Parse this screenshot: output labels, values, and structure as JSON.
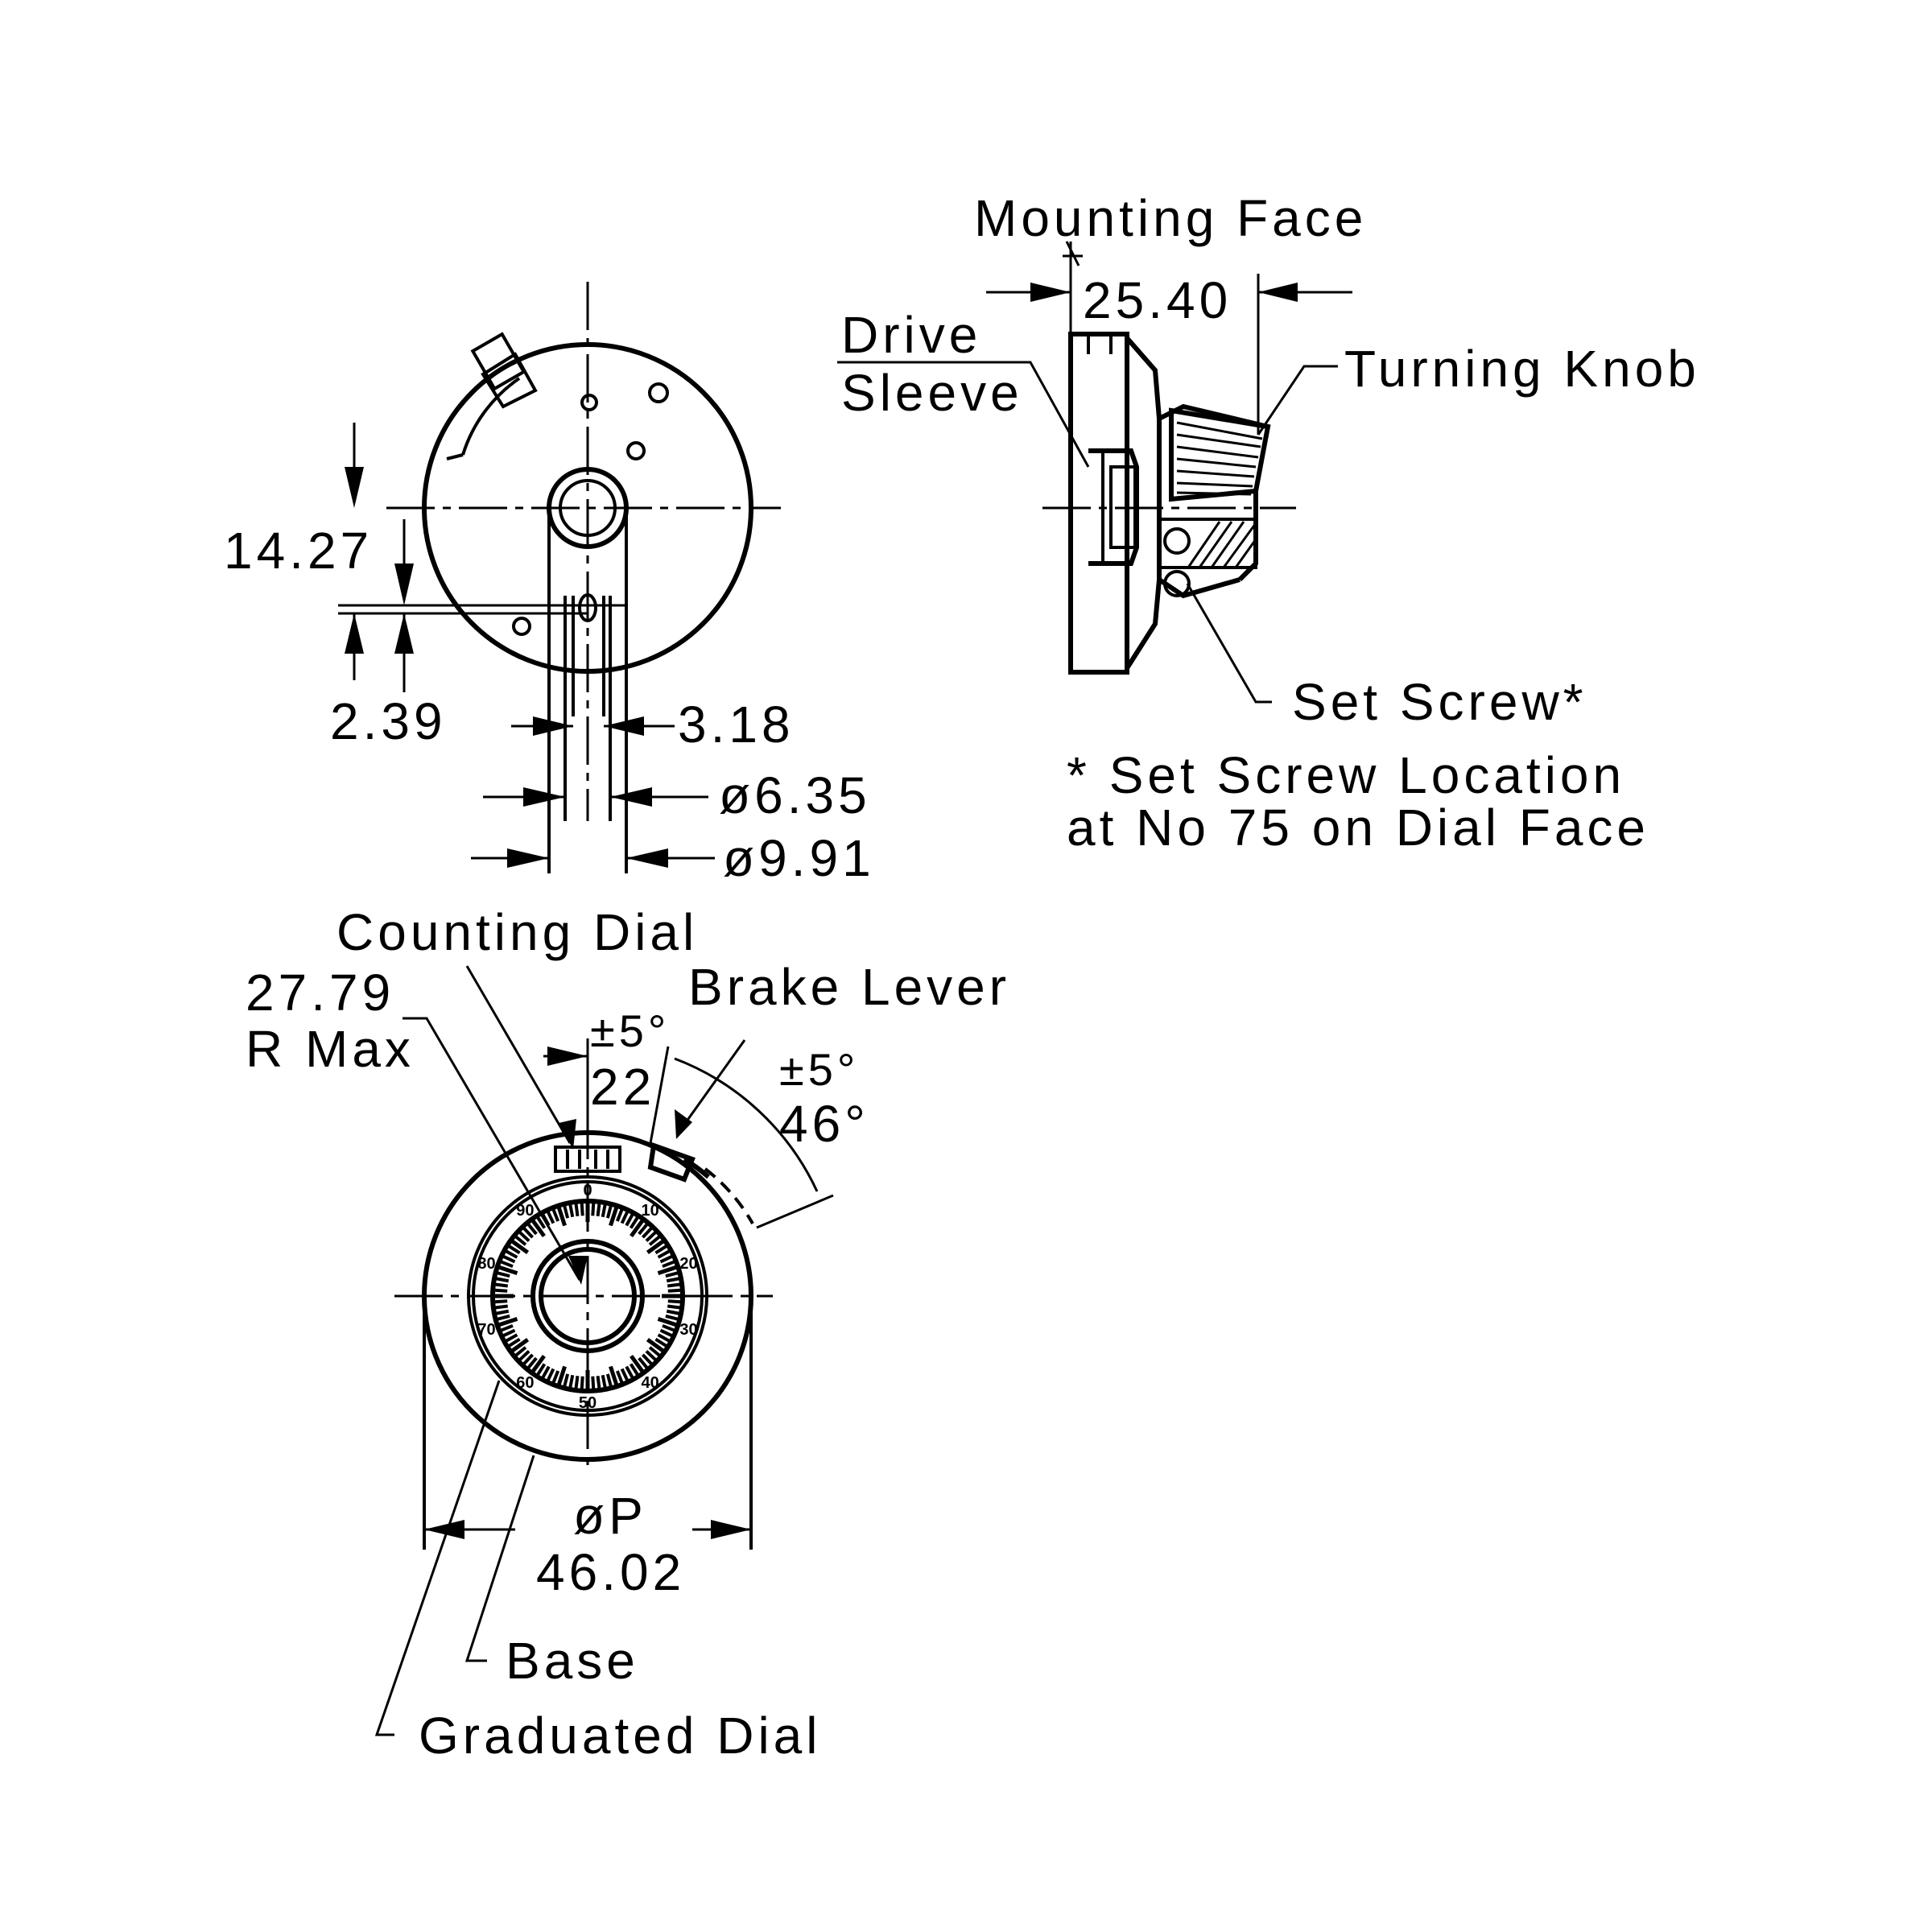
{
  "labels": {
    "mounting_face": "Mounting Face",
    "drive": "Drive",
    "sleeve": "Sleeve",
    "turning_knob": "Turning Knob",
    "set_screw": "Set Screw*",
    "note_line1": "* Set Screw Location",
    "note_line2": "at No 75 on Dial Face",
    "counting_dial": "Counting Dial",
    "brake_lever": "Brake Lever",
    "r_max_value": "27.79",
    "r_max": "R Max",
    "base": "Base",
    "graduated_dial": "Graduated Dial"
  },
  "dimensions": {
    "d_14_27": "14.27",
    "d_2_39": "2.39",
    "d_3_18": "3.18",
    "d_6_35": "ø6.35",
    "d_9_91": "ø9.91",
    "d_25_40": "25.40",
    "tol_22": "±5°",
    "angle_22": "22",
    "tol_46": "±5°",
    "angle_46": "46°",
    "dia_p": "øP",
    "d_46_02": "46.02"
  },
  "dial_numbers": [
    "0",
    "10",
    "20",
    "30",
    "40",
    "50",
    "60",
    "70",
    "80",
    "90"
  ]
}
